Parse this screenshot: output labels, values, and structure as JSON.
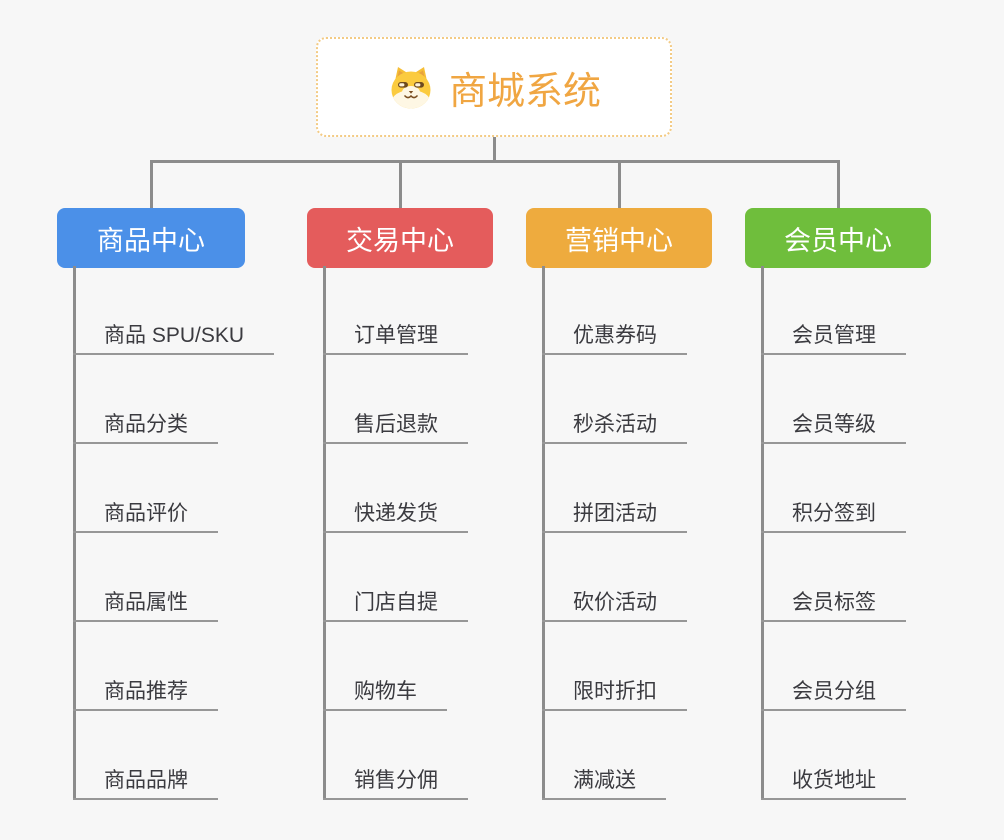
{
  "root": {
    "title": "商城系统",
    "icon": "dog-face-icon",
    "title_color": "#F0A642",
    "border_color": "#F3CB85"
  },
  "colors": {
    "background": "#F7F7F7",
    "connector": "#8C8C8C",
    "underline": "#979797",
    "item_text": "#3B3B40"
  },
  "branches": [
    {
      "label": "商品中心",
      "color": "#4B90E8",
      "items": [
        "商品 SPU/SKU",
        "商品分类",
        "商品评价",
        "商品属性",
        "商品推荐",
        "商品品牌"
      ]
    },
    {
      "label": "交易中心",
      "color": "#E45C5C",
      "items": [
        "订单管理",
        "售后退款",
        "快递发货",
        "门店自提",
        "购物车",
        "销售分佣"
      ]
    },
    {
      "label": "营销中心",
      "color": "#EEAB3E",
      "items": [
        "优惠券码",
        "秒杀活动",
        "拼团活动",
        "砍价活动",
        "限时折扣",
        "满减送"
      ]
    },
    {
      "label": "会员中心",
      "color": "#6FBE3C",
      "items": [
        "会员管理",
        "会员等级",
        "积分签到",
        "会员标签",
        "会员分组",
        "收货地址"
      ]
    }
  ]
}
